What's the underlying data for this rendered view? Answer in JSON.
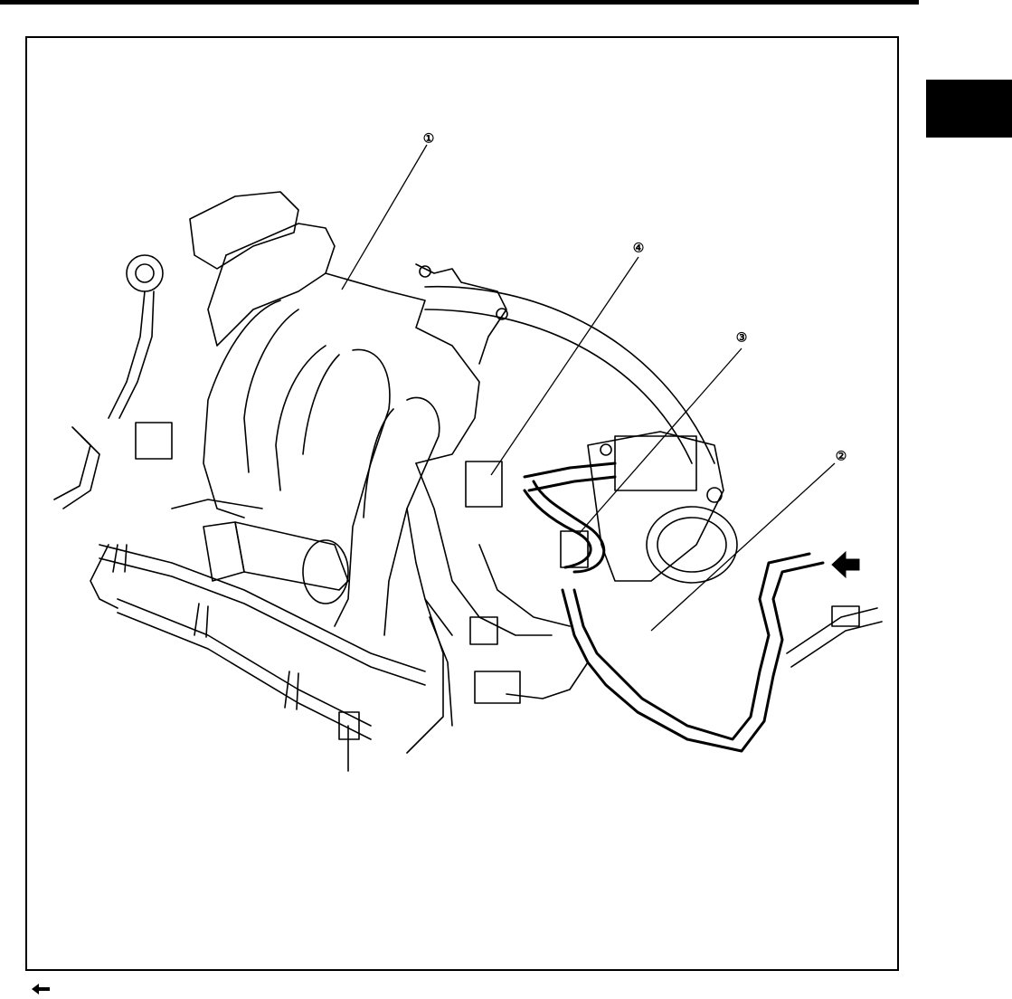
{
  "diagram": {
    "callouts": [
      {
        "id": "callout-1",
        "label": "①"
      },
      {
        "id": "callout-2",
        "label": "②"
      },
      {
        "id": "callout-3",
        "label": "③"
      },
      {
        "id": "callout-4",
        "label": "④"
      }
    ]
  },
  "legend": {
    "arrow_icon": "left-arrow-icon",
    "text": ""
  },
  "colors": {
    "ink": "#000000",
    "paper": "#ffffff"
  }
}
